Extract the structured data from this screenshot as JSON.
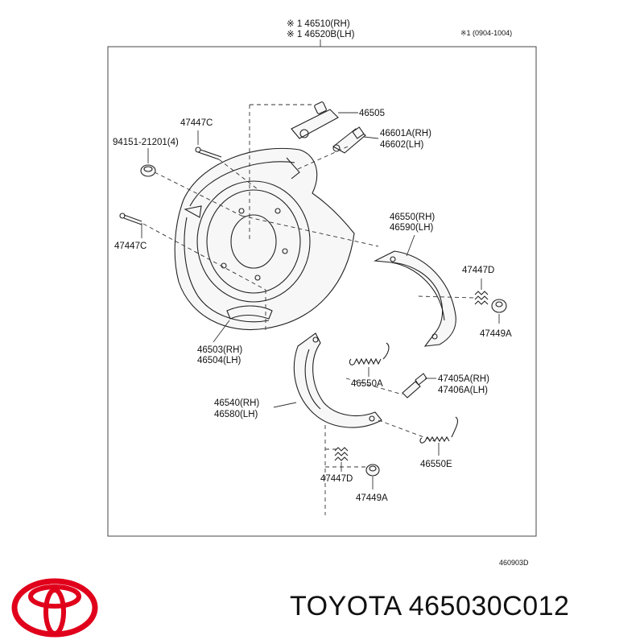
{
  "header": {
    "top_label_1": "※ 1 46510(RH)",
    "top_label_2": "※ 1 46520B(LH)",
    "note": "※1 (0904-1004)"
  },
  "labels": {
    "p46505": "46505",
    "p47447c_top": "47447C",
    "p94151": "94151-21201(4)",
    "p46601a": "46601A(RH)",
    "p46602": "46602(LH)",
    "p46550": "46550(RH)",
    "p46590": "46590(LH)",
    "p47447c_left": "47447C",
    "p47447d_right": "47447D",
    "p47449a_right": "47449A",
    "p46503": "46503(RH)",
    "p46504": "46504(LH)",
    "p46550a": "46550A",
    "p47405a": "47405A(RH)",
    "p47406a": "47406A(LH)",
    "p46540": "46540(RH)",
    "p46580": "46580(LH)",
    "p46550e": "46550E",
    "p47447d_bottom": "47447D",
    "p47449a_bottom": "47449A"
  },
  "figure_code": "460903D",
  "brand": {
    "text": "TOYOTA 465030C012",
    "logo_color": "#e0001b"
  }
}
